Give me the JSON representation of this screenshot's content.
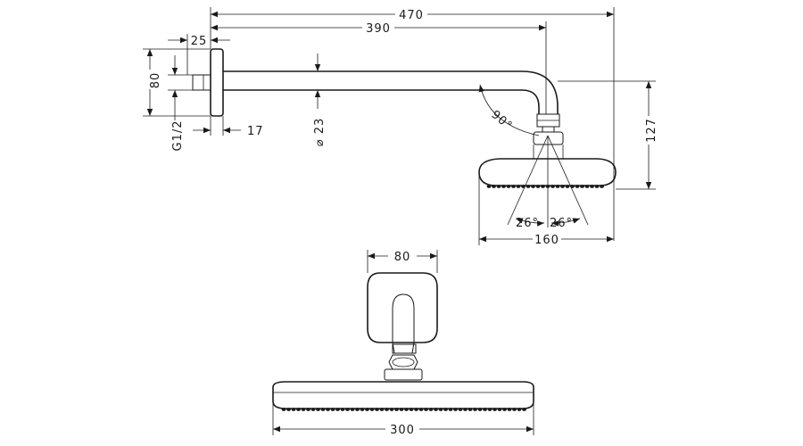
{
  "dimensions": {
    "overall_length": "470",
    "arm_length": "390",
    "flange_depth": "25",
    "flange_height": "80",
    "thread": "G1/2",
    "wall_offset": "17",
    "arm_diameter": "⌀ 23",
    "bend_angle": "90°",
    "head_height": "127",
    "spray_angle_left": "26°",
    "spray_angle_right": "26°",
    "head_depth": "160",
    "escutcheon_width": "80",
    "head_width": "300"
  }
}
